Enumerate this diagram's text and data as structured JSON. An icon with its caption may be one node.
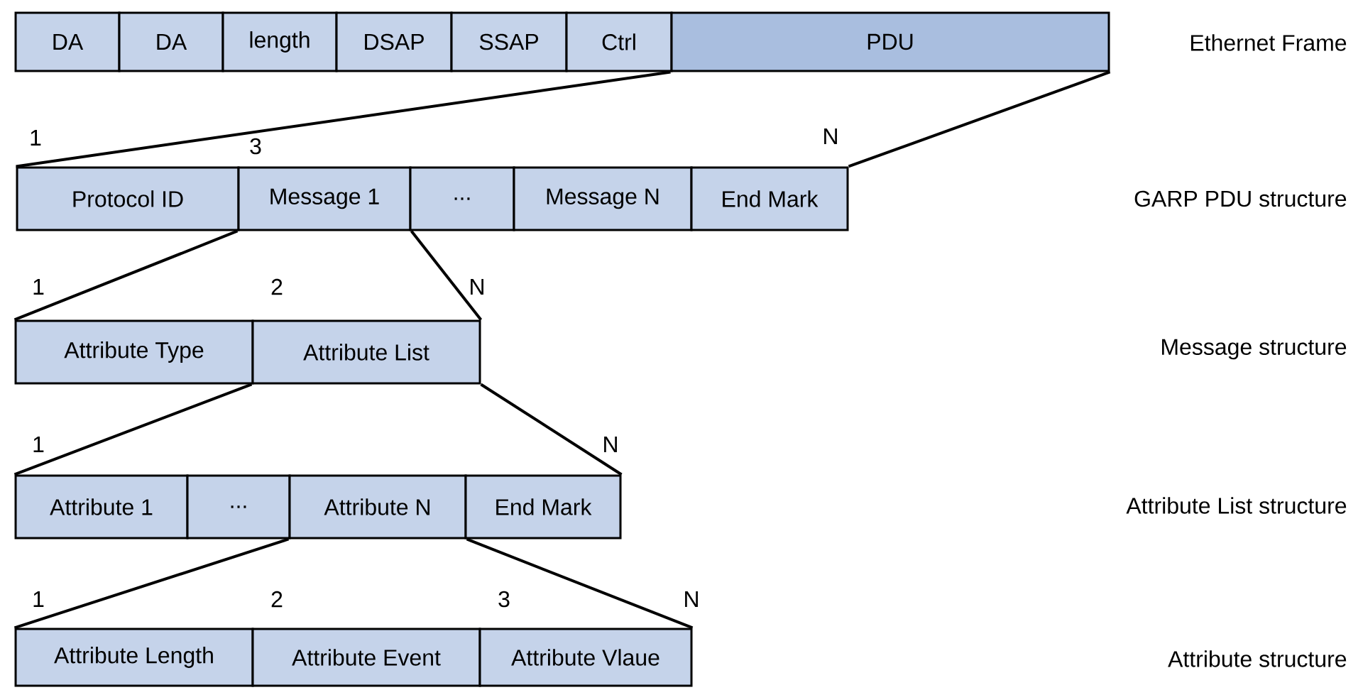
{
  "diagram": {
    "nodes": [
      {
        "text": [
          "DA"
        ]
      },
      {
        "text": [
          "DA"
        ]
      },
      {
        "text": [
          "length"
        ]
      },
      {
        "text": [
          "DSAP"
        ]
      },
      {
        "text": [
          "SSAP"
        ]
      },
      {
        "text": [
          "Ctrl"
        ]
      },
      {
        "text": [
          "PDU"
        ]
      },
      {
        "text": [
          "Protocol ID"
        ]
      },
      {
        "text": [
          "Message 1"
        ]
      },
      {
        "text": [
          "..."
        ]
      },
      {
        "text": [
          "Message N"
        ]
      },
      {
        "text": [
          "End Mark"
        ]
      },
      {
        "text": [
          "Attribute Type"
        ]
      },
      {
        "text": [
          "Attribute List"
        ]
      },
      {
        "text": [
          "Attribute 1"
        ]
      },
      {
        "text": [
          "..."
        ]
      },
      {
        "text": [
          "Attribute N"
        ]
      },
      {
        "text": [
          "End Mark"
        ]
      },
      {
        "text": [
          "Attribute Length"
        ]
      },
      {
        "text": [
          "Attribute Event"
        ]
      },
      {
        "text": [
          "Attribute Vlaue"
        ]
      }
    ],
    "edges": [
      {
        "from": 6,
        "to": 7,
        "arrow": "none"
      },
      {
        "from": 6,
        "to": 11,
        "arrow": "none"
      },
      {
        "from": 8,
        "to": 12,
        "arrow": "none"
      },
      {
        "from": 8,
        "to": 13,
        "arrow": "none"
      },
      {
        "from": 13,
        "to": 14,
        "arrow": "none"
      },
      {
        "from": 13,
        "to": 17,
        "arrow": "none"
      },
      {
        "from": 16,
        "to": 18,
        "arrow": "none"
      },
      {
        "from": 16,
        "to": 20,
        "arrow": "none"
      }
    ],
    "labels": [
      "Ethernet Frame",
      "1",
      "3",
      "N",
      "GARP PDU structure",
      "1",
      "2",
      "N",
      "Message structure",
      "1",
      "N",
      "Attribute List structure",
      "1",
      "2",
      "3",
      "N",
      "Attribute structure"
    ]
  }
}
